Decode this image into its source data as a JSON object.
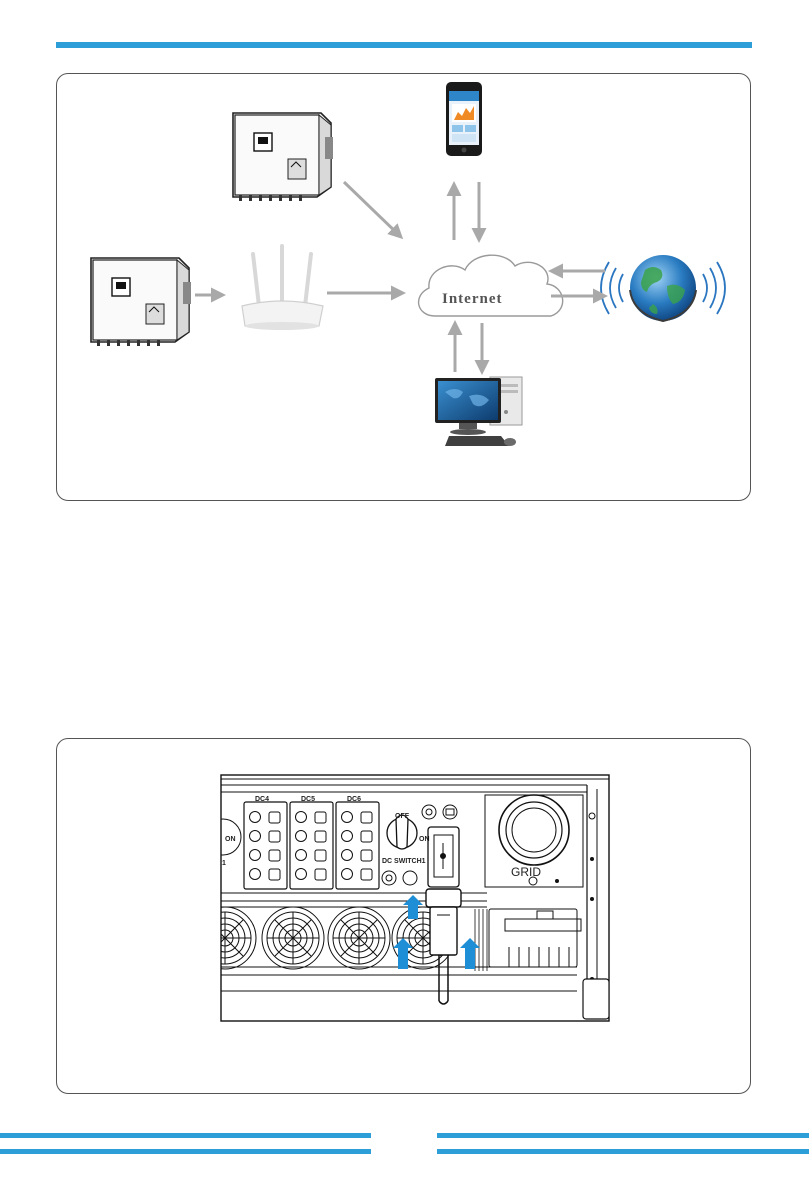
{
  "diagram1": {
    "cloud_label": "Internet"
  },
  "diagram2": {
    "dc_labels": [
      "DC4",
      "DC5",
      "DC6"
    ],
    "switch_label": "DC SWITCH1",
    "off_label": "OFF",
    "on_label": "ON",
    "grid_label": "GRID"
  },
  "colors": {
    "accent_blue": "#2E9ED8",
    "arrow_gray": "#A9A9A9",
    "indicator_blue": "#1E8FD6"
  }
}
